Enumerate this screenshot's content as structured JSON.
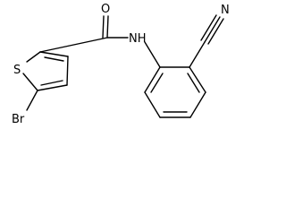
{
  "molecule": {
    "atom_labels": {
      "oxygen": "O",
      "sulfur": "S",
      "amide_nitrogen": "NH",
      "bromine": "Br",
      "nitrile_nitrogen": "N"
    },
    "colors": {
      "bond": "#000000",
      "label": "#000000",
      "background": "#ffffff"
    }
  }
}
